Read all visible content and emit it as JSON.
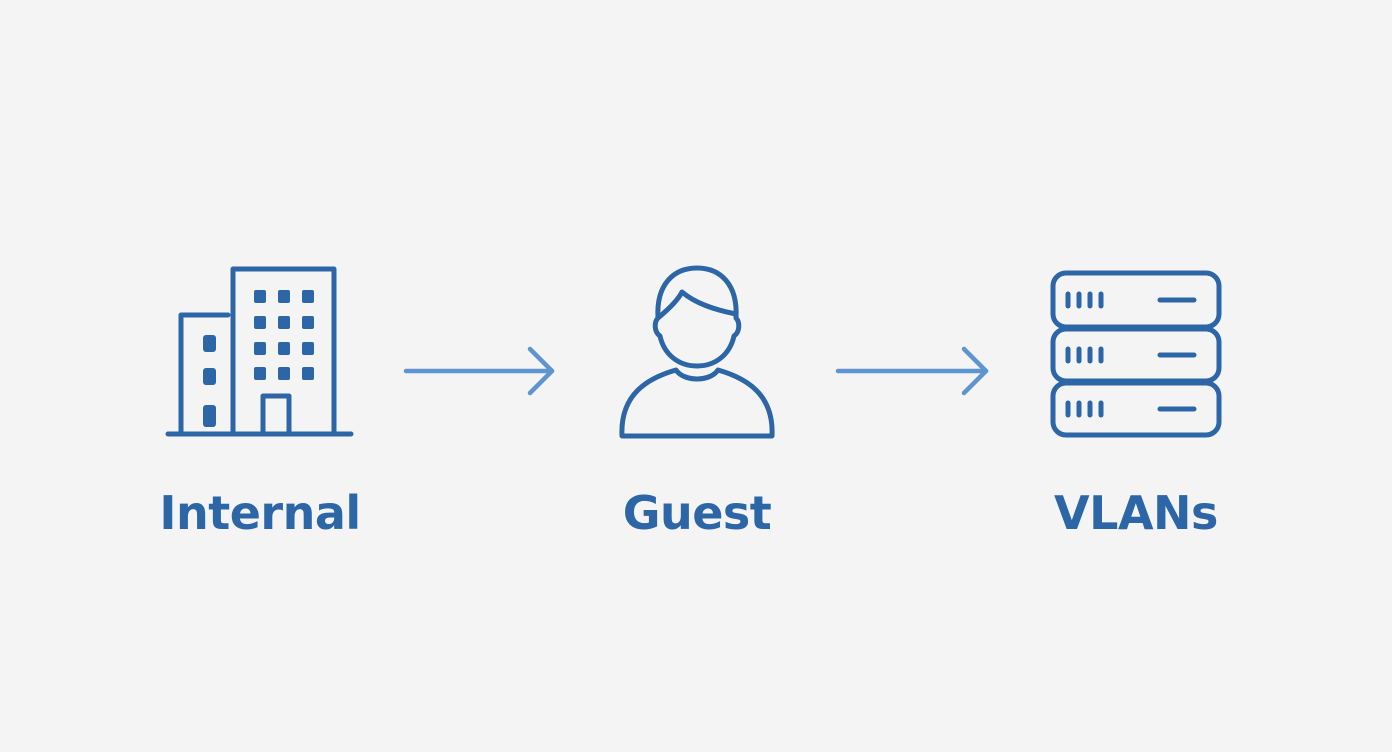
{
  "diagram": {
    "nodes": [
      {
        "id": "internal",
        "label": "Internal",
        "icon": "office-building-icon"
      },
      {
        "id": "guest",
        "label": "Guest",
        "icon": "person-icon"
      },
      {
        "id": "vlans",
        "label": "VLANs",
        "icon": "server-stack-icon"
      }
    ],
    "edges": [
      {
        "from": "internal",
        "to": "guest",
        "icon": "arrow-right-icon"
      },
      {
        "from": "guest",
        "to": "vlans",
        "icon": "arrow-right-icon"
      }
    ]
  },
  "colors": {
    "background": "#f4f4f4",
    "icon_stroke": "#2c66a6",
    "label_text": "#2c66a6",
    "arrow": "#5f95cf"
  }
}
